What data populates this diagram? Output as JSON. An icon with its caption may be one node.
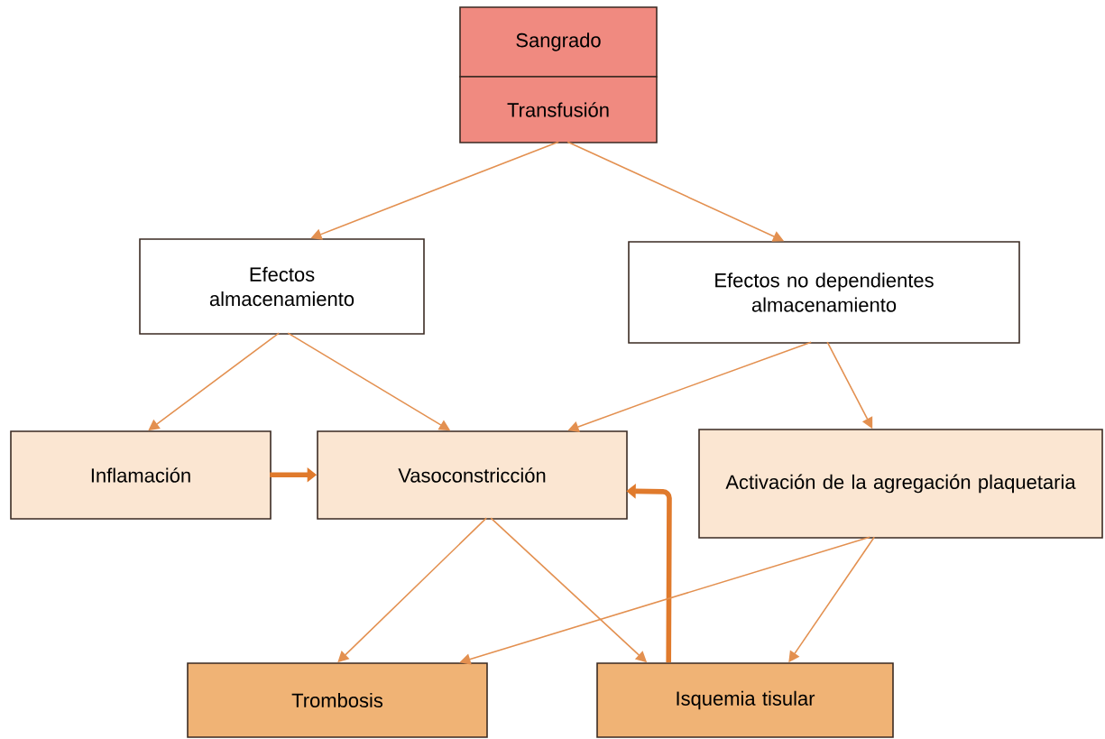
{
  "diagram": {
    "nodes": [
      {
        "text": [
          "Sangrado"
        ]
      },
      {
        "text": [
          "Transfusión"
        ]
      },
      {
        "text": [
          "Efectos almacenamiento"
        ]
      },
      {
        "text": [
          "Efectos no dependientes almacenamiento"
        ]
      },
      {
        "text": [
          "Inflamación"
        ]
      },
      {
        "text": [
          "Vasoconstricción"
        ]
      },
      {
        "text": [
          "Activación de la agregación plaquetaria"
        ]
      },
      {
        "text": [
          "Trombosis"
        ]
      },
      {
        "text": [
          "Isquemia tisular"
        ]
      }
    ],
    "edges": [
      {
        "from": 1,
        "to": 2,
        "arrow": "to"
      },
      {
        "from": 1,
        "to": 3,
        "arrow": "to"
      },
      {
        "from": 2,
        "to": 4,
        "arrow": "to"
      },
      {
        "from": 2,
        "to": 5,
        "arrow": "to"
      },
      {
        "from": 3,
        "to": 5,
        "arrow": "to"
      },
      {
        "from": 3,
        "to": 6,
        "arrow": "to"
      },
      {
        "from": 4,
        "to": 5,
        "arrow": "to",
        "style": "thick"
      },
      {
        "from": 8,
        "to": 5,
        "arrow": "to",
        "style": "thick"
      },
      {
        "from": 5,
        "to": 7,
        "arrow": "to"
      },
      {
        "from": 5,
        "to": 8,
        "arrow": "to"
      },
      {
        "from": 6,
        "to": 7,
        "arrow": "to"
      },
      {
        "from": 6,
        "to": 8,
        "arrow": "to"
      }
    ]
  }
}
